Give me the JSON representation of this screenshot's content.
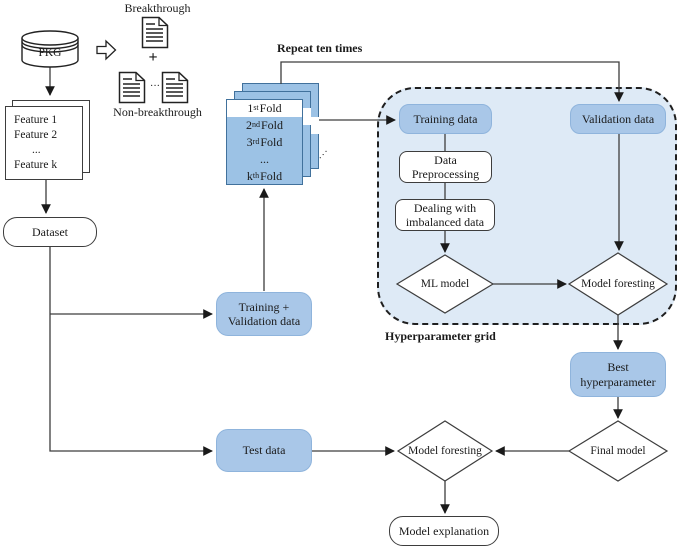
{
  "colors": {
    "box_blue": "#a9c7e8",
    "fold_blue": "#9cc2e5",
    "fold_border": "#41719c",
    "grid_fill": "#deeaf6",
    "line": "#3d3d3d"
  },
  "source": {
    "db_label": "PKG",
    "breakthrough_label": "Breakthrough",
    "plus": "+",
    "doc_dots": "···",
    "non_breakthrough_label": "Non-breakthrough"
  },
  "feature_stack": {
    "rows": [
      "Feature 1",
      "Feature 2",
      "...",
      "Feature k"
    ]
  },
  "dataset_label": "Dataset",
  "repeat_label": "Repeat ten times",
  "fold_stack": {
    "rows": [
      {
        "ord": "1",
        "sup": "st",
        "rest": " Fold"
      },
      {
        "ord": "2",
        "sup": "nd",
        "rest": " Fold"
      },
      {
        "ord": "3",
        "sup": "rd",
        "rest": " Fold"
      },
      {
        "ord": "...",
        "sup": "",
        "rest": ""
      },
      {
        "ord": "k",
        "sup": "th",
        "rest": " Fold"
      }
    ],
    "side_dots": "···"
  },
  "training_validation": {
    "line1": "Training +",
    "line2": "Validation data"
  },
  "test_data_label": "Test data",
  "grid": {
    "label": "Hyperparameter grid",
    "training_data": "Training data",
    "validation_data": "Validation data",
    "preprocessing": {
      "line1": "Data",
      "line2": "Preprocessing"
    },
    "imbalanced": {
      "line1": "Dealing with",
      "line2": "imbalanced data"
    },
    "ml_model": "ML model",
    "model_foresting": "Model foresting"
  },
  "best_hyperparameter": {
    "line1": "Best",
    "line2": "hyperparameter"
  },
  "final_model_label": "Final model",
  "model_foresting_bottom_label": "Model foresting",
  "model_explanation_label": "Model explanation"
}
